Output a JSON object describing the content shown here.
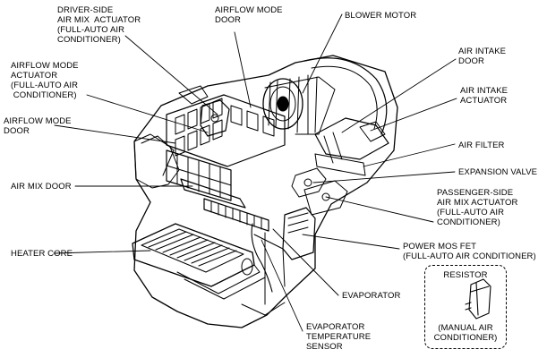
{
  "labels": {
    "driver_side_actuator": "DRIVER-SIDE\nAIR MIX  ACTUATOR\n(FULL-AUTO AIR\nCONDITIONER)",
    "airflow_mode_door_top": "AIRFLOW MODE\nDOOR",
    "blower_motor": "BLOWER MOTOR",
    "airflow_mode_actuator": "AIRFLOW MODE\nACTUATOR\n(FULL-AUTO AIR\n CONDITIONER)",
    "air_intake_door": "AIR INTAKE\nDOOR",
    "air_intake_actuator": "AIR INTAKE\nACTUATOR",
    "airflow_mode_door_left": "AIRFLOW MODE\nDOOR",
    "air_filter": "AIR FILTER",
    "expansion_valve": "EXPANSION VALVE",
    "air_mix_door": "AIR MIX DOOR",
    "passenger_side_actuator": "PASSENGER-SIDE\nAIR MIX ACTUATOR\n(FULL-AUTO AIR\nCONDITIONER)",
    "heater_core": "HEATER CORE",
    "power_mos_fet": "POWER MOS FET\n(FULL-AUTO AIR CONDITIONER)",
    "evaporator": "EVAPORATOR",
    "evaporator_temp_sensor": "EVAPORATOR\nTEMPERATURE\nSENSOR"
  },
  "inset": {
    "title": "RESISTOR",
    "caption": "(MANUAL AIR\nCONDITIONER)"
  }
}
